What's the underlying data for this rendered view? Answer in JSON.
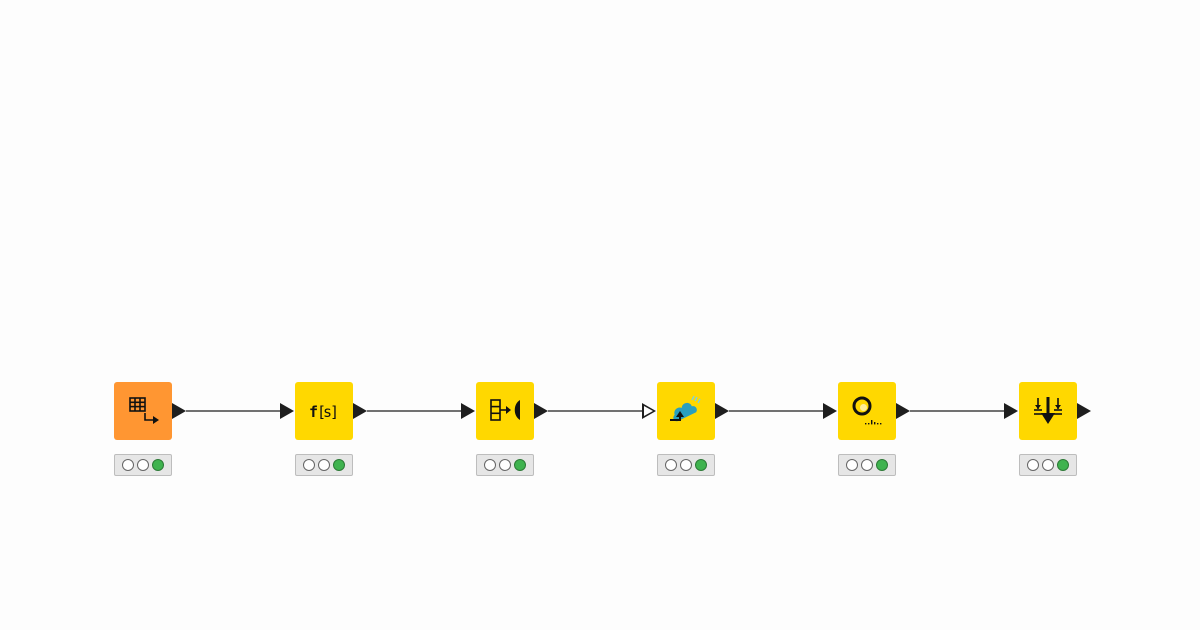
{
  "colors": {
    "background": "#fdfdfd",
    "source_node": "#ff9632",
    "manipulator_node": "#ffd800",
    "connection": "#1e1e1e",
    "status_green": "#3fb34f"
  },
  "nodes": [
    {
      "id": "node-1",
      "type": "source",
      "icon": "table-output-icon",
      "status": "executed",
      "input_port": "none"
    },
    {
      "id": "node-2",
      "type": "manipulator",
      "icon": "string-manipulation-icon",
      "status": "executed",
      "input_port": "filled"
    },
    {
      "id": "node-3",
      "type": "manipulator",
      "icon": "column-filter-icon",
      "status": "executed",
      "input_port": "filled"
    },
    {
      "id": "node-4",
      "type": "manipulator",
      "icon": "cloud-upload-icon",
      "status": "executed",
      "input_port": "hollow"
    },
    {
      "id": "node-5",
      "type": "manipulator",
      "icon": "spectrum-analysis-icon",
      "status": "executed",
      "input_port": "filled"
    },
    {
      "id": "node-6",
      "type": "manipulator",
      "icon": "sorter-icon",
      "status": "executed",
      "input_port": "filled"
    }
  ]
}
